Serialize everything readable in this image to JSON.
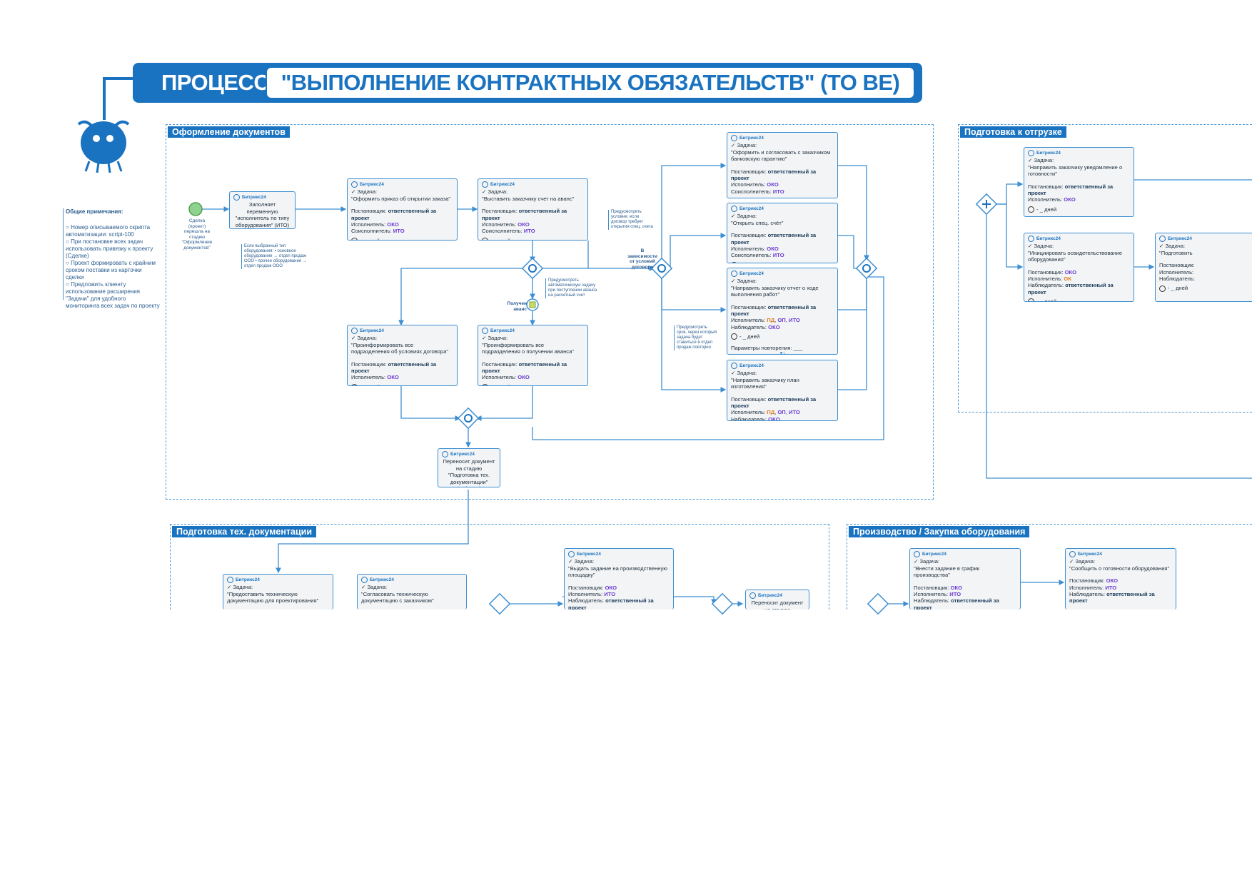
{
  "header": {
    "label": "ПРОЦЕСС",
    "title": "\"ВЫПОЛНЕНИЕ КОНТРАКТНЫХ ОБЯЗАТЕЛЬСТВ\" (TO BE)"
  },
  "notes": {
    "title": "Общие примечания:",
    "lines": [
      "Номер описываемого скрипта автоматизации: script-100",
      "При постановке всех задач использовать привязку к проекту (Сделке)",
      "Проект формировать с крайним сроком поставки из карточки сделки",
      "Предложить клиенту использование расширения \"Задачи\" для удобного мониторинга всех задач по проекту"
    ]
  },
  "lanes": {
    "docs": "Оформление документов",
    "shipping": "Подготовка к отгрузке",
    "techdocs": "Подготовка тех. документации",
    "production": "Производство / Закупка оборудования"
  },
  "common": {
    "brand": "Битрикс24",
    "task": "✓ Задача:",
    "setter": "Постановщик:",
    "executor": "Исполнитель:",
    "coexec": "Соисполнитель:",
    "observer": "Наблюдатель:",
    "resp": "ответственный за проект",
    "oko": "ОКО",
    "ito": "ИТО",
    "ok": "ОК",
    "pd": "ПД",
    "op": "ОП",
    "ito2": "ИТО",
    "days": "- _ дней"
  },
  "start": {
    "label": "Сделка (проект) перешла на стадию \"Оформление документов\""
  },
  "tasks": {
    "fill": "Заполняет переменную \"исполнитель по типу оборудования\" (ИТО)",
    "order": "\"Оформить приказ об открытии заказа\"",
    "invoice": "\"Выставить заказчику счет на аванс\"",
    "guarantee": "\"Оформить и согласовать с заказчиком банковскую гарантию\"",
    "specacc": "\"Открыть спец. счёт\"",
    "report": "\"Направить заказчику отчет о ходе выполнения работ\"",
    "repeat": "Параметры повторения: ___",
    "plan": "\"Направить заказчику план изготовления\"",
    "inform1": "\"Проинформировать все подразделения об условиях договора\"",
    "inform2": "\"Проинформировать все подразделения о получении аванса\"",
    "move": "Переносит документ на стадию \"Подготовка тех. документации\" (script-__)",
    "notify": "\"Направить заказчику уведомление о готовности\"",
    "survey": "\"Инициировать освидетельствование оборудования\"",
    "prepare_partial": "\"Подготовить",
    "techdoc1": "\"Предоставить техническую документацию для проектирования\"",
    "techdoc2": "\"Согласовать техническую документацию с заказчиком\"",
    "prodsite": "\"Выдать задание на производственную площадку\"",
    "move2": "Переносит документ на стадию \"Производство /",
    "schedule": "\"Внести задание в график производства\"",
    "ready": "\"Сообщить о готовности оборудования\""
  },
  "annotations": {
    "a1": "Если выбранный тип оборудования: • основное оборудование → отдел продаж ООО • прочее оборудование → отдел продаж ООО",
    "a2": "Предусмотреть условие: если договор требует открытия спец. счета",
    "a3": "В зависимости от условий договора",
    "a4": "Предусмотреть автоматическую задачу при поступлении аванса на расчетный счет",
    "a5": "Получен аванс",
    "a6": "Предусмотреть срок, через который задача будет ставиться в отдел продаж повторно"
  }
}
